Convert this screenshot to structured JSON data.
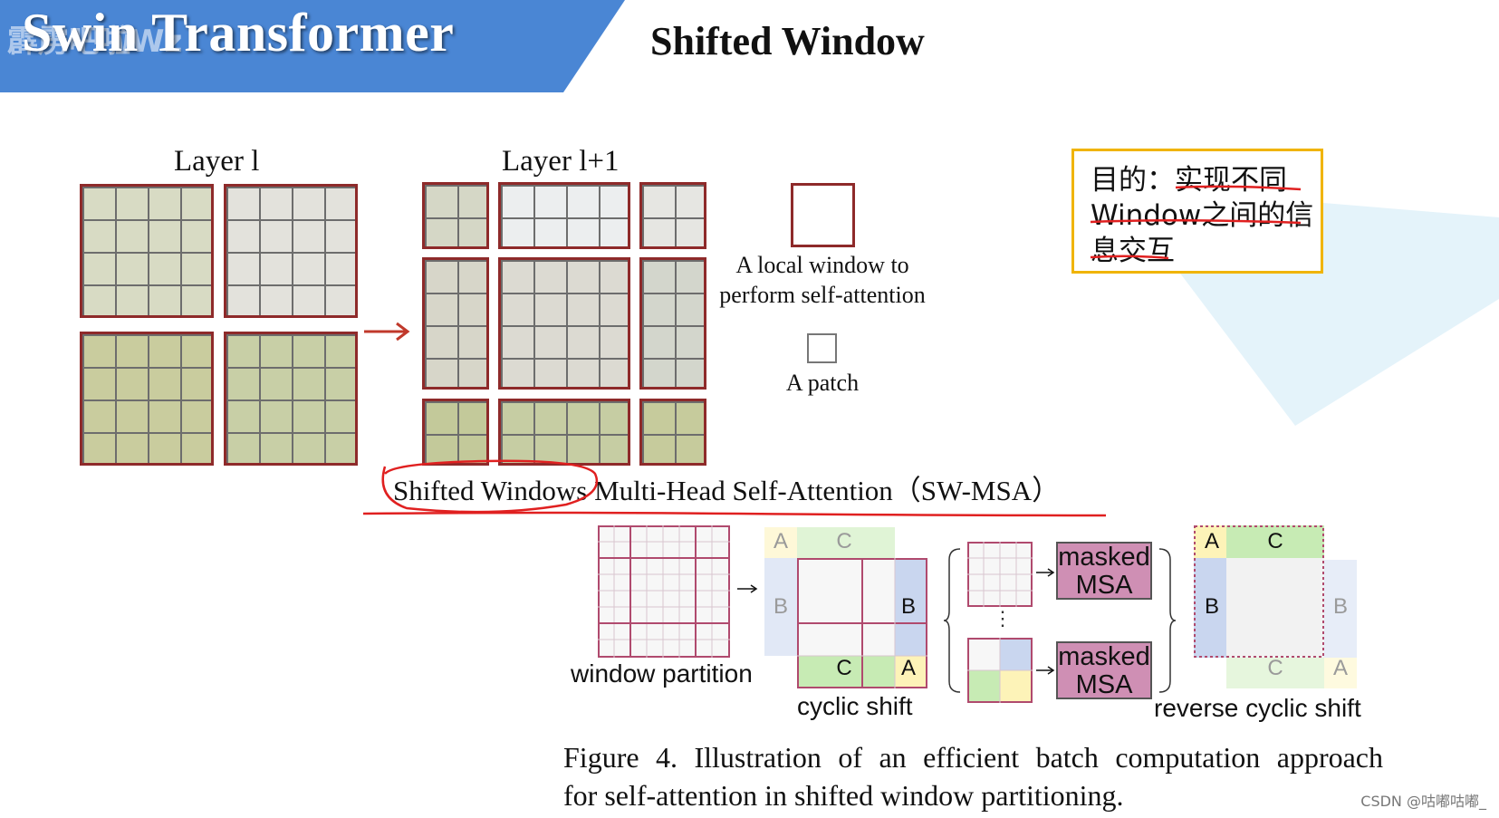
{
  "header": {
    "title": "Swin Transformer",
    "section_title": "Shifted Window",
    "banner_color": "#4a86d4",
    "logo_overlay": "霹雳吧啦Wz"
  },
  "layer_figure": {
    "layer_l_label": "Layer l",
    "layer_l1_label": "Layer l+1",
    "window_border_color": "#8e2a2a",
    "legend": {
      "window_line1": "A local window to",
      "window_line2": "perform self-attention",
      "patch": "A patch"
    }
  },
  "note": {
    "line1": "目的：实现不同",
    "line2": "Window之间的信",
    "line3": "息交互",
    "border_color": "#f0b400",
    "underline_color": "#e02020"
  },
  "sw_msa_caption": "Shifted Windows Multi-Head Self-Attention（SW-MSA）",
  "efficient_figure": {
    "window_partition_label": "window partition",
    "cyclic_shift_label": "cyclic shift",
    "reverse_cyclic_shift_label": "reverse cyclic shift",
    "msa_label_line1": "masked",
    "msa_label_line2": "MSA",
    "letters": {
      "a": "A",
      "b": "B",
      "c": "C"
    },
    "vertical_dots": "⋮",
    "colors": {
      "A": "#fdf3b8",
      "B": "#c9d6ef",
      "C": "#c7ebb4",
      "msa": "#cf8fb4",
      "grid": "#b04a6e"
    }
  },
  "figure_caption": {
    "line1": "Figure 4. Illustration of an efficient batch computation approach",
    "line2": "for self-attention in shifted window partitioning."
  },
  "watermark": "CSDN @咕嘟咕嘟_"
}
